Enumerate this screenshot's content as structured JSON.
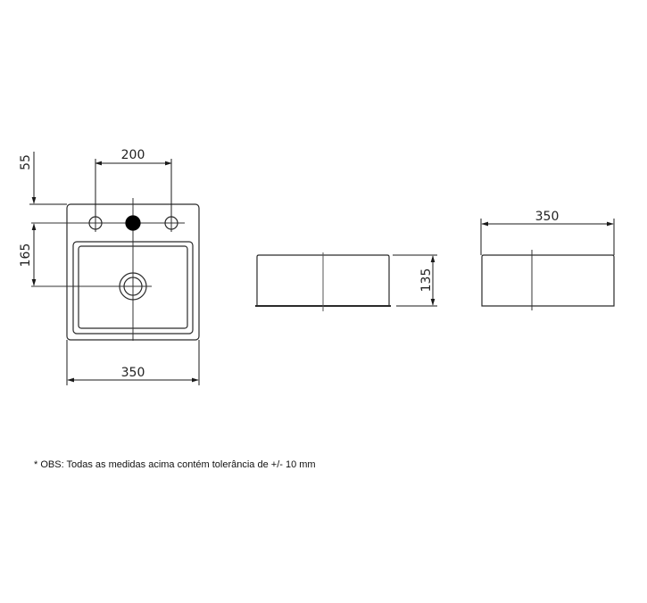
{
  "drawing": {
    "colors": {
      "line": "#2a2a2a",
      "centerline": "#333333",
      "dimension": "#1a1a1a",
      "faucet_hole_fill": "#000000",
      "background": "#ffffff"
    },
    "top_view": {
      "label": "top-view",
      "dimensions": {
        "hole_spacing": "200",
        "edge_to_holes": "55",
        "holes_to_drain": "165",
        "width": "350"
      }
    },
    "front_view": {
      "label": "front-view",
      "dimensions": {
        "height": "135"
      }
    },
    "side_view": {
      "label": "side-view",
      "dimensions": {
        "width": "350"
      }
    }
  },
  "note": {
    "text": "* OBS: Todas as medidas acima contém tolerância de +/- 10 mm"
  }
}
